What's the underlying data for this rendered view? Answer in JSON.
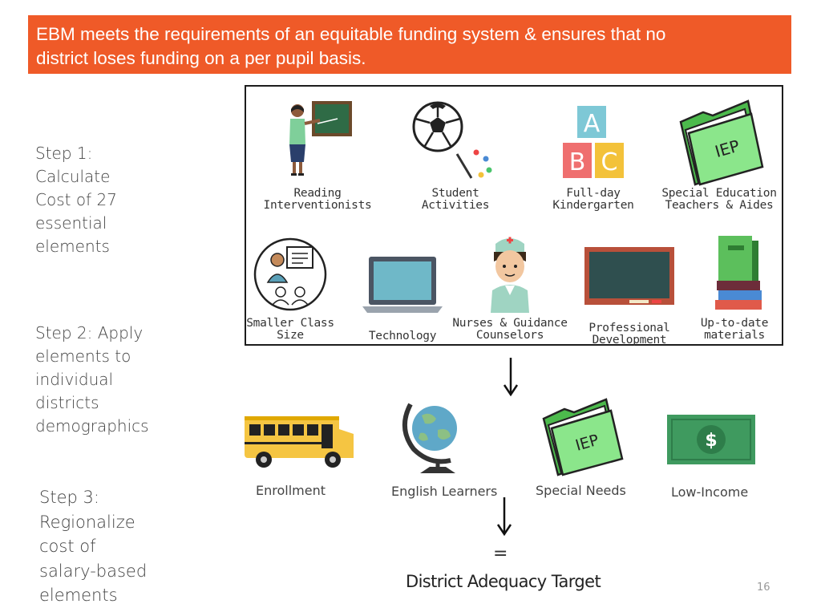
{
  "banner": {
    "line1": "EBM meets the requirements of an equitable funding system & ensures that no",
    "line2": "district loses funding on a per pupil basis.",
    "color": "#ef5a28"
  },
  "steps": {
    "step1": [
      "Step 1:",
      "Calculate",
      "Cost of 27",
      "essential",
      "elements"
    ],
    "step2": [
      "Step 2: Apply",
      "elements to",
      "individual",
      "districts",
      "demographics"
    ],
    "step3": [
      "Step 3:",
      "Regionalize",
      "cost of",
      "salary-based",
      "elements"
    ]
  },
  "elements": [
    {
      "icon": "teacher-icon",
      "lines": [
        "Reading",
        "Interventionists"
      ]
    },
    {
      "icon": "soccer-ball-icon",
      "lines": [
        "Student Activities"
      ]
    },
    {
      "icon": "abc-blocks-icon",
      "lines": [
        "Full-day",
        "Kindergarten"
      ]
    },
    {
      "icon": "iep-folder-icon",
      "lines": [
        "Special Education",
        "Teachers & Aides"
      ],
      "iep": "IEP"
    },
    {
      "icon": "small-class-icon",
      "lines": [
        "Smaller Class",
        "Size"
      ]
    },
    {
      "icon": "laptop-icon",
      "lines": [
        "Technology"
      ]
    },
    {
      "icon": "nurse-icon",
      "lines": [
        "Nurses & Guidance",
        "Counselors"
      ]
    },
    {
      "icon": "chalkboard-icon",
      "lines": [
        "Professional",
        "Development"
      ]
    },
    {
      "icon": "books-icon",
      "lines": [
        "Up-to-date",
        "materials"
      ]
    }
  ],
  "demographics": [
    {
      "icon": "school-bus-icon",
      "label": "Enrollment"
    },
    {
      "icon": "globe-icon",
      "label": "English Learners"
    },
    {
      "icon": "iep-folder-icon",
      "label": "Special Needs",
      "iep": "IEP"
    },
    {
      "icon": "dollar-bill-icon",
      "label": "Low-Income"
    }
  ],
  "equals": "=",
  "target": "District Adequacy Target",
  "page_number": "16"
}
